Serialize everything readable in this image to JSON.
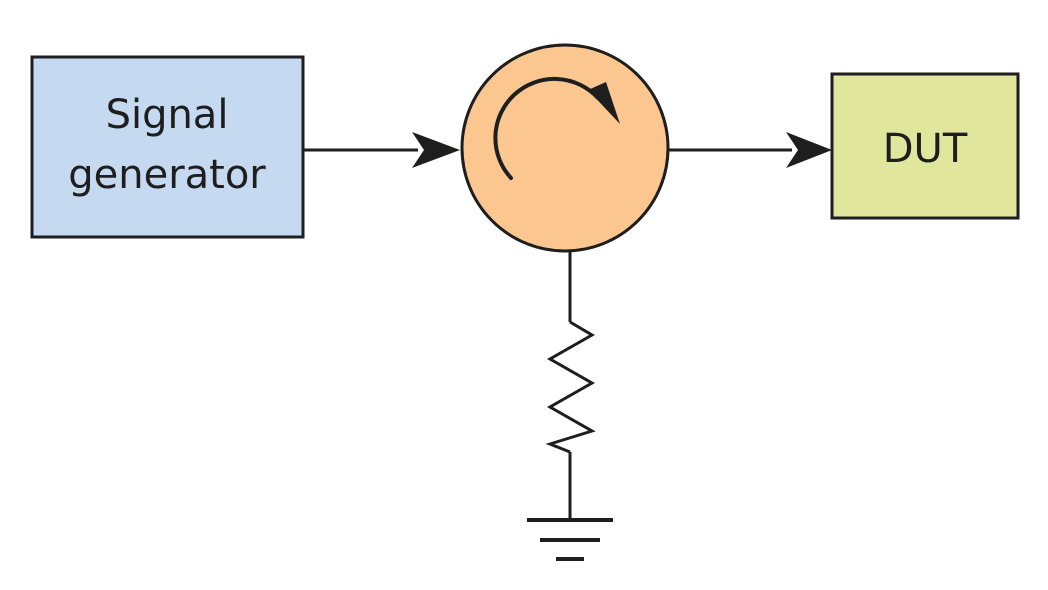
{
  "diagram": {
    "signal_generator": {
      "line1": "Signal",
      "line2": "generator"
    },
    "dut": {
      "label": "DUT"
    }
  },
  "colors": {
    "signal_generator_fill": "#c5d9f1",
    "circulator_fill": "#fbc690",
    "dut_fill": "#e0e79c",
    "stroke": "#1e1e1e"
  },
  "icons": {
    "circulator": "circulator-icon",
    "resistor": "resistor-icon",
    "ground": "ground-icon"
  }
}
